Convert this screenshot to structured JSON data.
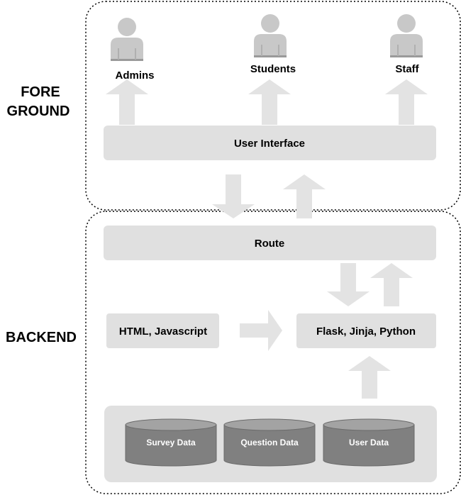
{
  "sections": {
    "foreground_line1": "FORE",
    "foreground_line2": "GROUND",
    "backend": "BACKEND"
  },
  "users": {
    "admins": "Admins",
    "students": "Students",
    "staff": "Staff"
  },
  "boxes": {
    "user_interface": "User Interface",
    "route": "Route",
    "html_js": "HTML, Javascript",
    "flask": "Flask, Jinja, Python"
  },
  "databases": {
    "survey": "Survey Data",
    "question": "Question Data",
    "user": "User Data"
  },
  "icons": [
    "user-icon",
    "arrow-up-icon",
    "arrow-down-icon",
    "arrow-right-icon",
    "database-icon"
  ],
  "colors": {
    "box_fill": "#e0e0e0",
    "arrow_fill": "#e3e3e3",
    "db_body": "#808080",
    "db_top": "#a3a3a3",
    "person": "#c8c8c8"
  }
}
